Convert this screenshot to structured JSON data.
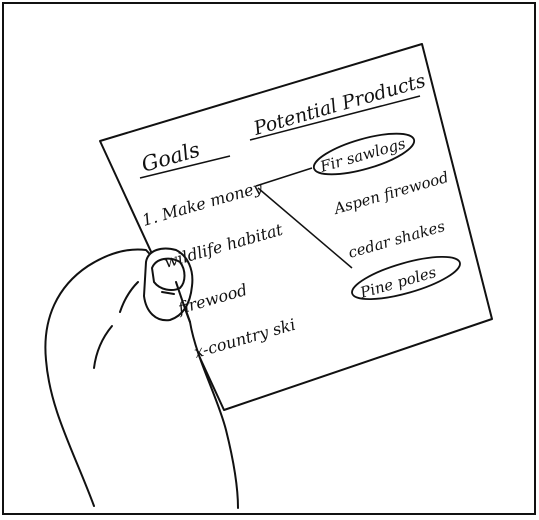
{
  "note": {
    "heading_goals": "Goals",
    "heading_products": "Potential Products",
    "goals": [
      "1. Make money",
      "wildlife habitat",
      "firewood",
      "x-country ski"
    ],
    "products": [
      "Fir sawlogs",
      "Aspen firewood",
      "cedar shakes",
      "Pine poles"
    ]
  },
  "icons": {
    "hand": "hand-holding-paper-icon",
    "circle": "hand-drawn-circle-icon"
  },
  "colors": {
    "ink": "#111111",
    "paper": "#ffffff"
  }
}
